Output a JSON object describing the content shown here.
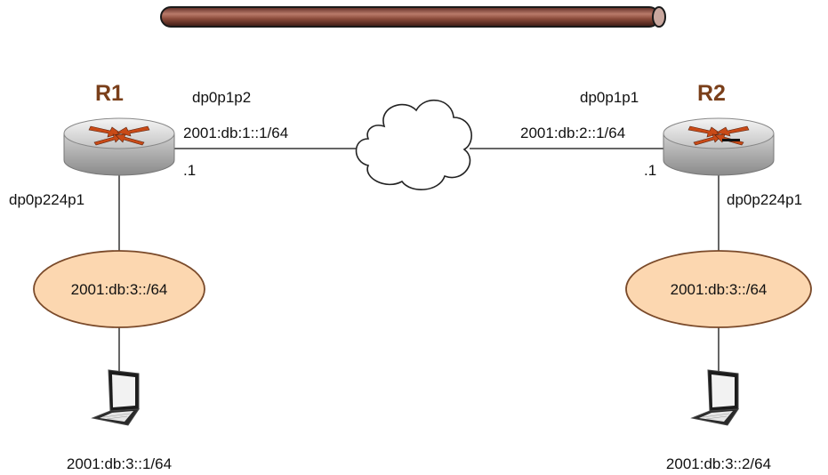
{
  "colors": {
    "router_name": "#7a3f1a",
    "router_arrow": "#c94a17",
    "lan_fill": "#fcd7b0",
    "lan_stroke": "#7a4a2a",
    "tunnel_fill": "#9a5a4a",
    "tunnel_stroke": "#1a1a1a",
    "link": "#333333"
  },
  "icons": {
    "router": "router-icon",
    "cloud": "cloud-icon",
    "laptop": "laptop-icon",
    "tunnel": "pipe-icon"
  },
  "r1": {
    "name": "R1",
    "wan_interface": "dp0p1p2",
    "wan_address": "2001:db:1::1/64",
    "host_octet": ".1",
    "lan_interface": "dp0p224p1",
    "lan_network": "2001:db:3::/64",
    "laptop_address": "2001:db:3::1/64"
  },
  "r2": {
    "name": "R2",
    "wan_interface": "dp0p1p1",
    "wan_address": "2001:db:2::1/64",
    "host_octet": ".1",
    "lan_interface": "dp0p224p1",
    "lan_network": "2001:db:3::/64",
    "laptop_address": "2001:db:3::2/64"
  }
}
